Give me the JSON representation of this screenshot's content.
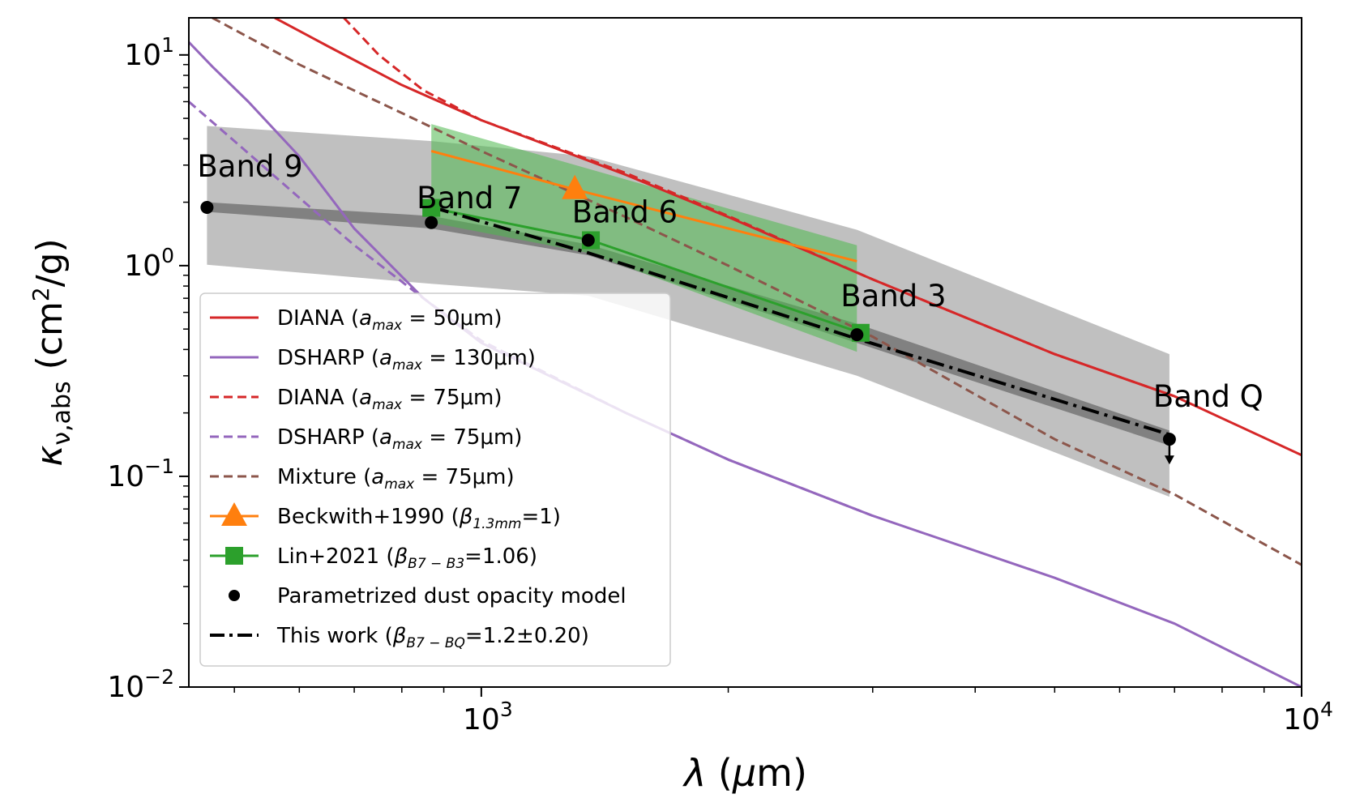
{
  "chart_data": {
    "type": "line",
    "title": "",
    "xlabel": "λ (μm)",
    "ylabel": "κν,abs (cm²/g)",
    "xscale": "log",
    "yscale": "log",
    "xlim": [
      440,
      10000
    ],
    "ylim": [
      0.01,
      15
    ],
    "x_ticks": [
      {
        "value": 1000,
        "base": "10",
        "exp": "3"
      },
      {
        "value": 10000,
        "base": "10",
        "exp": "4"
      }
    ],
    "y_ticks": [
      {
        "value": 0.01,
        "base": "10",
        "exp": "−2"
      },
      {
        "value": 0.1,
        "base": "10",
        "exp": "−1"
      },
      {
        "value": 1,
        "base": "10",
        "exp": "0"
      },
      {
        "value": 10,
        "base": "10",
        "exp": "1"
      }
    ],
    "grid": false,
    "legend_position": "lower-left",
    "bands": [
      {
        "name": "gray-uncertainty",
        "color": "#bdbdbd",
        "opacity": 0.95,
        "upper": [
          [
            463,
            4.6
          ],
          [
            869,
            3.9
          ],
          [
            1350,
            3.3
          ],
          [
            2870,
            1.48
          ],
          [
            6900,
            0.38
          ]
        ],
        "lower": [
          [
            463,
            1.01
          ],
          [
            869,
            0.82
          ],
          [
            1350,
            0.72
          ],
          [
            2870,
            0.3
          ],
          [
            6900,
            0.08
          ]
        ]
      },
      {
        "name": "dark-gray-model",
        "color": "#7d7d7d",
        "opacity": 0.95,
        "upper": [
          [
            463,
            2.0
          ],
          [
            869,
            1.72
          ],
          [
            1350,
            1.26
          ],
          [
            2870,
            0.53
          ],
          [
            6900,
            0.165
          ]
        ],
        "lower": [
          [
            463,
            1.8
          ],
          [
            869,
            1.5
          ],
          [
            1350,
            1.12
          ],
          [
            2870,
            0.43
          ],
          [
            6900,
            0.14
          ]
        ]
      },
      {
        "name": "green-band",
        "color": "#4db84d",
        "opacity": 0.55,
        "upper": [
          [
            869,
            4.7
          ],
          [
            2870,
            1.25
          ]
        ],
        "lower": [
          [
            869,
            1.6
          ],
          [
            1350,
            1.15
          ],
          [
            2870,
            0.39
          ]
        ]
      }
    ],
    "series": [
      {
        "name": "DIANA (a_max = 50μm)",
        "color": "#d62728",
        "dash": "solid",
        "width": 3,
        "points": [
          [
            560,
            15
          ],
          [
            650,
            11
          ],
          [
            800,
            7.2
          ],
          [
            1000,
            4.9
          ],
          [
            1500,
            2.7
          ],
          [
            2000,
            1.7
          ],
          [
            3000,
            0.86
          ],
          [
            5000,
            0.38
          ],
          [
            7000,
            0.24
          ],
          [
            10000,
            0.126
          ]
        ]
      },
      {
        "name": "DSHARP (a_max = 130μm)",
        "color": "#9467bd",
        "dash": "solid",
        "width": 3,
        "points": [
          [
            440,
            11.5
          ],
          [
            470,
            8.8
          ],
          [
            520,
            6.0
          ],
          [
            600,
            3.3
          ],
          [
            700,
            1.5
          ],
          [
            850,
            0.7
          ],
          [
            1000,
            0.43
          ],
          [
            1500,
            0.2
          ],
          [
            2000,
            0.12
          ],
          [
            3000,
            0.065
          ],
          [
            5000,
            0.033
          ],
          [
            7000,
            0.02
          ],
          [
            10000,
            0.01
          ]
        ]
      },
      {
        "name": "DIANA (a_max = 75μm)",
        "color": "#d62728",
        "dash": "dashed",
        "width": 3,
        "points": [
          [
            680,
            15
          ],
          [
            750,
            10
          ],
          [
            850,
            6.8
          ],
          [
            1000,
            4.9
          ],
          [
            1500,
            2.75
          ],
          [
            2000,
            1.72
          ],
          [
            3000,
            0.86
          ],
          [
            5000,
            0.38
          ],
          [
            7000,
            0.24
          ]
        ]
      },
      {
        "name": "DSHARP (a_max = 75μm)",
        "color": "#9467bd",
        "dash": "dashed",
        "width": 3,
        "points": [
          [
            440,
            6.0
          ],
          [
            500,
            3.9
          ],
          [
            600,
            2.1
          ],
          [
            700,
            1.25
          ],
          [
            850,
            0.7
          ],
          [
            1000,
            0.44
          ],
          [
            1500,
            0.2
          ],
          [
            2000,
            0.12
          ],
          [
            3000,
            0.065
          ]
        ]
      },
      {
        "name": "Mixture (a_max = 75μm)",
        "color": "#8c564b",
        "dash": "dashed",
        "width": 3,
        "points": [
          [
            470,
            15
          ],
          [
            600,
            9.0
          ],
          [
            800,
            5.3
          ],
          [
            1000,
            3.5
          ],
          [
            1500,
            1.7
          ],
          [
            2000,
            1.0
          ],
          [
            3000,
            0.46
          ],
          [
            5000,
            0.15
          ],
          [
            7000,
            0.082
          ],
          [
            10000,
            0.038
          ]
        ]
      },
      {
        "name": "Beckwith+1990 (β1.3mm=1)",
        "color": "#ff7f0e",
        "dash": "solid",
        "width": 3,
        "points": [
          [
            869,
            3.5
          ],
          [
            1300,
            2.3
          ],
          [
            2870,
            1.05
          ]
        ],
        "marker": {
          "shape": "triangle",
          "points": [
            [
              1300,
              2.3
            ]
          ]
        }
      },
      {
        "name": "Lin+2021 (βB7−B3=1.06)",
        "color": "#2ca02c",
        "dash": "solid",
        "width": 3,
        "points": [
          [
            869,
            1.88
          ],
          [
            1360,
            1.32
          ],
          [
            2900,
            0.48
          ]
        ],
        "marker": {
          "shape": "square",
          "points": [
            [
              869,
              1.88
            ],
            [
              1360,
              1.32
            ],
            [
              2900,
              0.48
            ]
          ]
        }
      },
      {
        "name": "Parametrized dust opacity model",
        "color": "#000000",
        "dash": "none",
        "width": 0,
        "points": [
          [
            463,
            1.89
          ],
          [
            869,
            1.6
          ],
          [
            1350,
            1.32
          ],
          [
            2870,
            0.47
          ],
          [
            6900,
            0.15
          ]
        ],
        "marker": {
          "shape": "circle",
          "points": [
            [
              463,
              1.89
            ],
            [
              869,
              1.6
            ],
            [
              1350,
              1.32
            ],
            [
              2870,
              0.47
            ],
            [
              6900,
              0.15
            ]
          ]
        }
      },
      {
        "name": "This work (βB7−BQ=1.2±0.20)",
        "color": "#000000",
        "dash": "dashdot",
        "width": 4,
        "points": [
          [
            869,
            1.9
          ],
          [
            1350,
            1.15
          ],
          [
            2870,
            0.45
          ],
          [
            6900,
            0.158
          ]
        ]
      }
    ],
    "upper_limit_arrow": {
      "x": 6900,
      "from": 0.15,
      "to": 0.118
    },
    "annotations": [
      {
        "text": "Band 9",
        "x": 463,
        "y": 1.89
      },
      {
        "text": "Band 7",
        "x": 869,
        "y": 1.6
      },
      {
        "text": "Band 6",
        "x": 1350,
        "y": 1.32
      },
      {
        "text": "Band 3",
        "x": 2870,
        "y": 0.47
      },
      {
        "text": "Band Q",
        "x": 6900,
        "y": 0.15
      }
    ],
    "legend": [
      {
        "prefix": "DIANA (",
        "math": "a",
        "sub": "max",
        "suffix": " = 50μm)",
        "color": "#d62728",
        "style": "solid"
      },
      {
        "prefix": "DSHARP (",
        "math": "a",
        "sub": "max",
        "suffix": " = 130μm)",
        "color": "#9467bd",
        "style": "solid"
      },
      {
        "prefix": "DIANA (",
        "math": "a",
        "sub": "max",
        "suffix": " = 75μm)",
        "color": "#d62728",
        "style": "dashed"
      },
      {
        "prefix": "DSHARP (",
        "math": "a",
        "sub": "max",
        "suffix": " = 75μm)",
        "color": "#9467bd",
        "style": "dashed"
      },
      {
        "prefix": "Mixture (",
        "math": "a",
        "sub": "max",
        "suffix": " = 75μm)",
        "color": "#8c564b",
        "style": "dashed"
      },
      {
        "prefix": "Beckwith+1990 (",
        "math": "β",
        "sub": "1.3mm",
        "suffix": "=1)",
        "color": "#ff7f0e",
        "style": "triangle"
      },
      {
        "prefix": "Lin+2021 (",
        "math": "β",
        "sub": "B7 − B3",
        "suffix": "=1.06)",
        "color": "#2ca02c",
        "style": "square"
      },
      {
        "prefix": "Parametrized dust opacity model",
        "math": "",
        "sub": "",
        "suffix": "",
        "color": "#000000",
        "style": "dot"
      },
      {
        "prefix": "This work (",
        "math": "β",
        "sub": "B7 − BQ",
        "suffix": "=1.2±0.20)",
        "color": "#000000",
        "style": "dashdot"
      }
    ]
  }
}
